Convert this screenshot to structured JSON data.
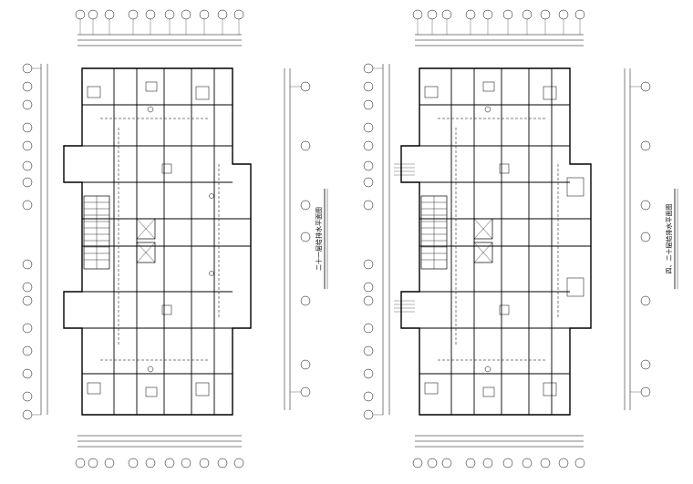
{
  "drawings": [
    {
      "id": "left",
      "title": "二十一层给排水平面图"
    },
    {
      "id": "right",
      "title": "四、二十层给排水平面图"
    }
  ],
  "colors": {
    "line": "#000000",
    "background": "#ffffff"
  }
}
